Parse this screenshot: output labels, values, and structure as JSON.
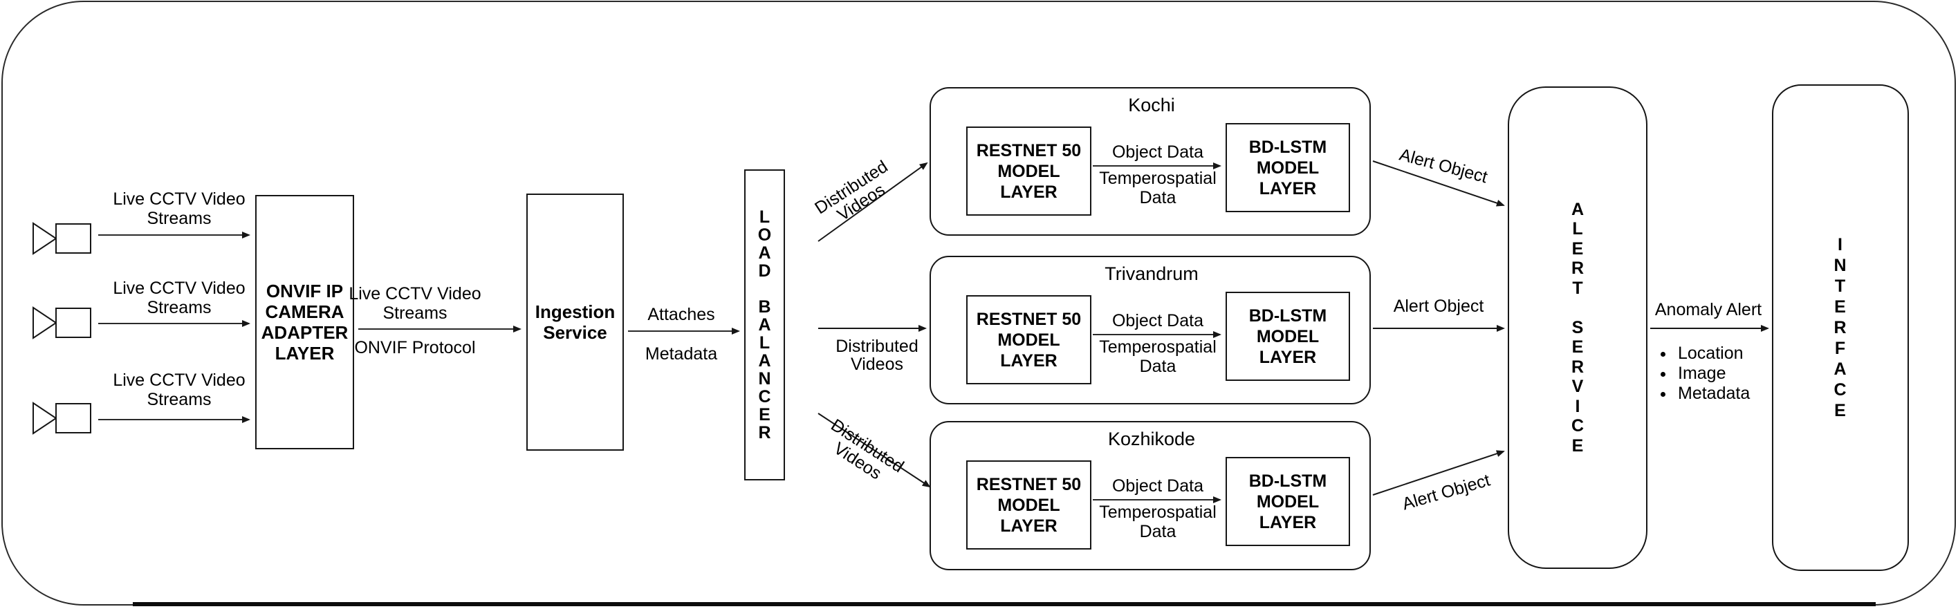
{
  "sources": {
    "streams": [
      {
        "label": "Live CCTV Video\nStreams"
      },
      {
        "label": "Live CCTV Video\nStreams"
      },
      {
        "label": "Live CCTV Video\nStreams"
      }
    ]
  },
  "nodes": {
    "onvif_adapter": {
      "title": "ONVIF IP\nCAMERA\nADAPTER\nLAYER"
    },
    "ingestion_service": {
      "title": "Ingestion\nService"
    },
    "load_balancer": {
      "title": "L\nO\nA\nD\n\nB\nA\nL\nA\nN\nC\nE\nR"
    },
    "alert_service": {
      "title": "A\nL\nE\nR\nT\n\nS\nE\nR\nV\nI\nC\nE"
    },
    "interface": {
      "title": "I\nN\nT\nE\nR\nF\nA\nC\nE"
    }
  },
  "edges": {
    "onvif_to_ingestion": {
      "label_top": "Live CCTV Video\nStreams",
      "label_bottom": "ONVIF Protocol"
    },
    "ingestion_to_balancer": {
      "label_top": "Attaches",
      "label_bottom": "Metadata"
    },
    "distributed_videos": [
      {
        "label": "Distributed\nVideos"
      },
      {
        "label": "Distributed\nVideos"
      },
      {
        "label": "Distributed\nVideos"
      }
    ],
    "alert_objects": [
      {
        "label": "Alert Object"
      },
      {
        "label": "Alert Object"
      },
      {
        "label": "Alert Object"
      }
    ],
    "anomaly_alert": {
      "label": "Anomaly Alert",
      "bullets": [
        "Location",
        "Image",
        "Metadata"
      ]
    }
  },
  "regions": [
    {
      "name": "Kochi",
      "left_model": "RESTNET 50\nMODEL\nLAYER",
      "right_model": "BD-LSTM\nMODEL\nLAYER",
      "edge_label_top": "Object Data",
      "edge_label_bottom": "Temperospatial\nData"
    },
    {
      "name": "Trivandrum",
      "left_model": "RESTNET 50\nMODEL\nLAYER",
      "right_model": "BD-LSTM\nMODEL\nLAYER",
      "edge_label_top": "Object Data",
      "edge_label_bottom": "Temperospatial\nData"
    },
    {
      "name": "Kozhikode",
      "left_model": "RESTNET 50\nMODEL\nLAYER",
      "right_model": "BD-LSTM\nMODEL\nLAYER",
      "edge_label_top": "Object Data",
      "edge_label_bottom": "Temperospatial\nData"
    }
  ],
  "colors": {
    "line": "#161616",
    "background": "#ffffff"
  }
}
